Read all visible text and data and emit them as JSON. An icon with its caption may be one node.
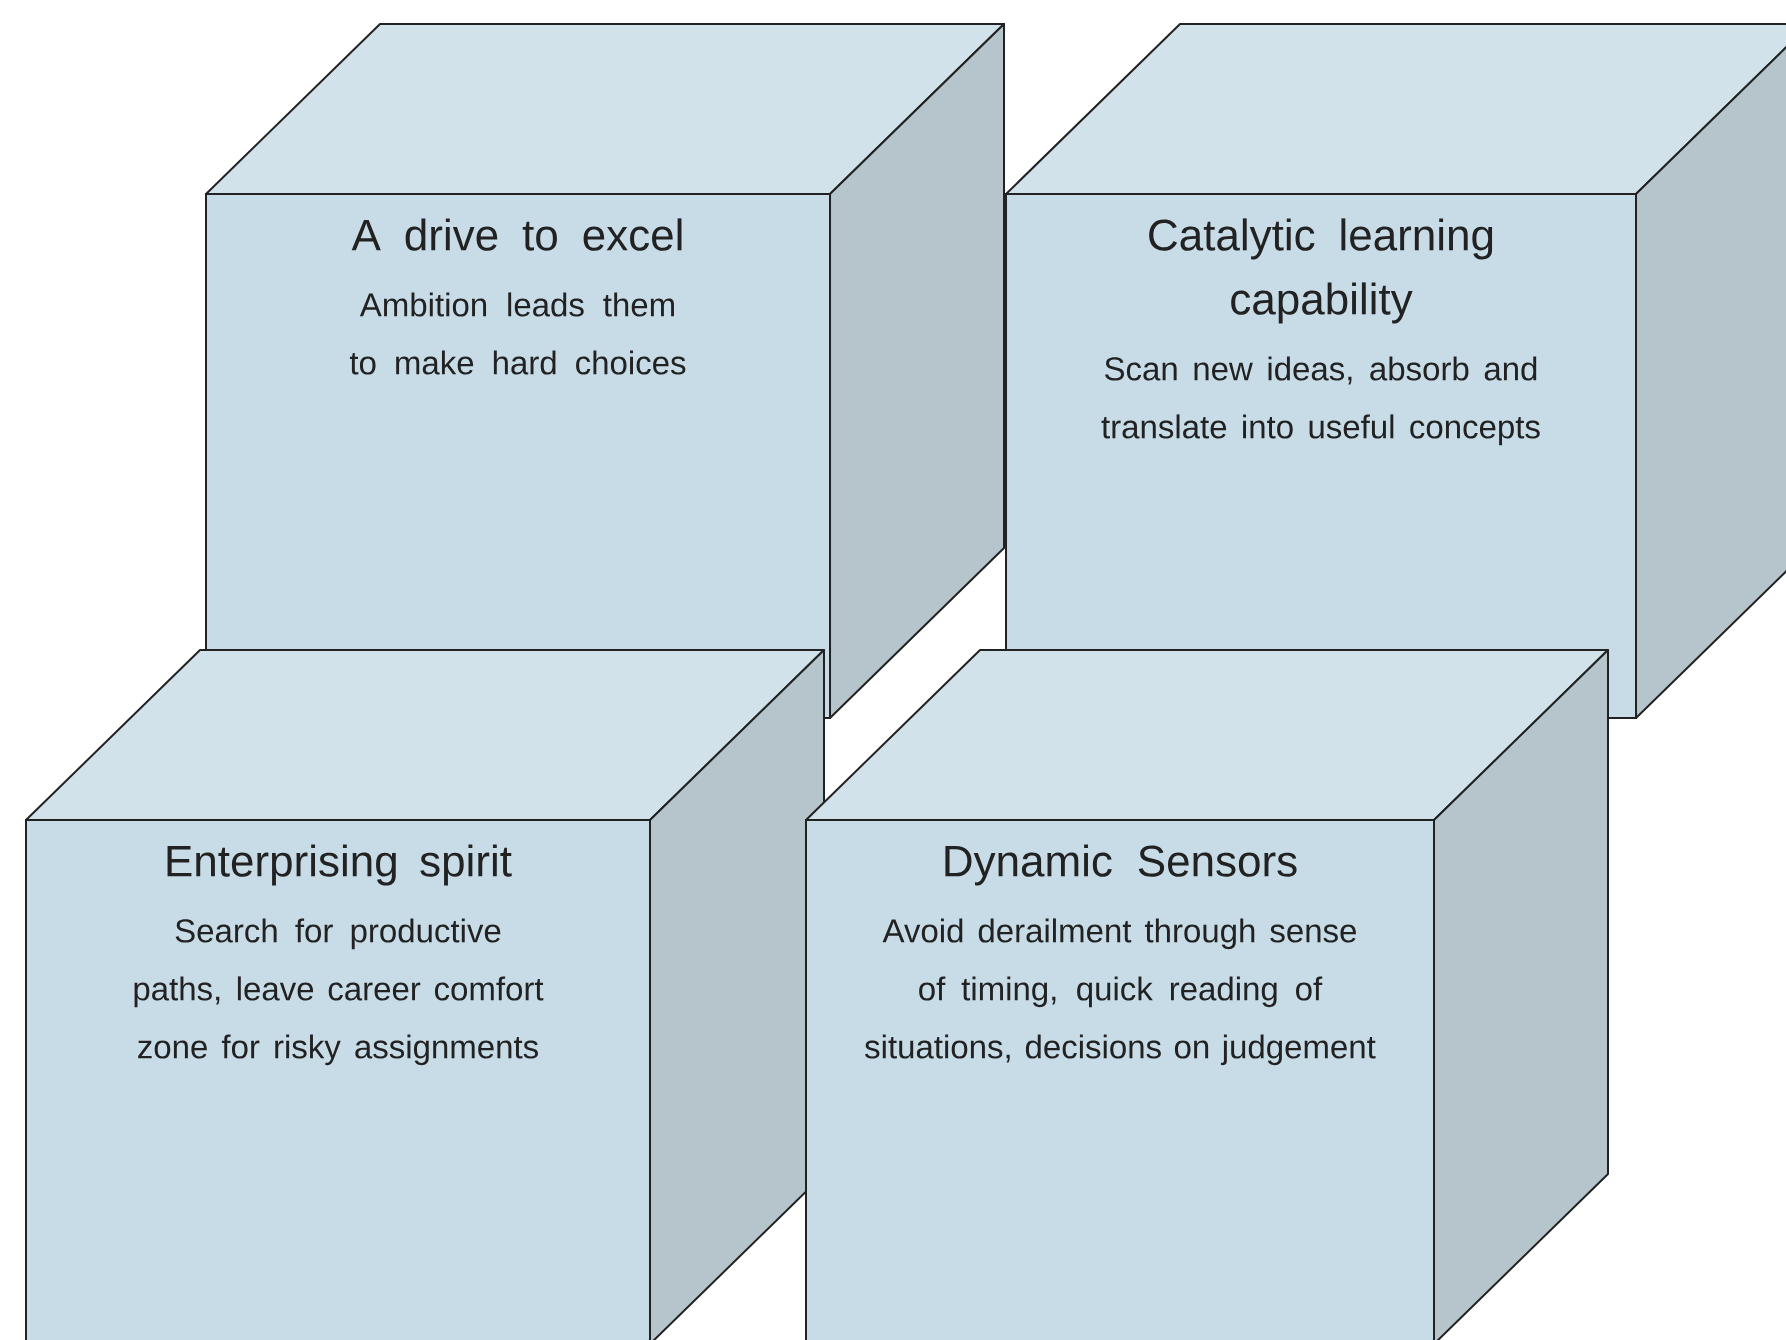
{
  "diagram": {
    "nodes": [
      {
        "text": [
          "A drive to excel",
          "Ambition leads them to make hard choices"
        ]
      },
      {
        "text": [
          "Catalytic learning capability",
          "Scan new ideas, absorb and translate into useful concepts"
        ]
      },
      {
        "text": [
          "Enterprising spirit",
          "Search for productive paths, leave career comfort zone for risky assignments"
        ]
      },
      {
        "text": [
          "Dynamic Sensors",
          "Avoid derailment through sense of timing, quick reading of situations, decisions on judgement"
        ]
      }
    ]
  }
}
